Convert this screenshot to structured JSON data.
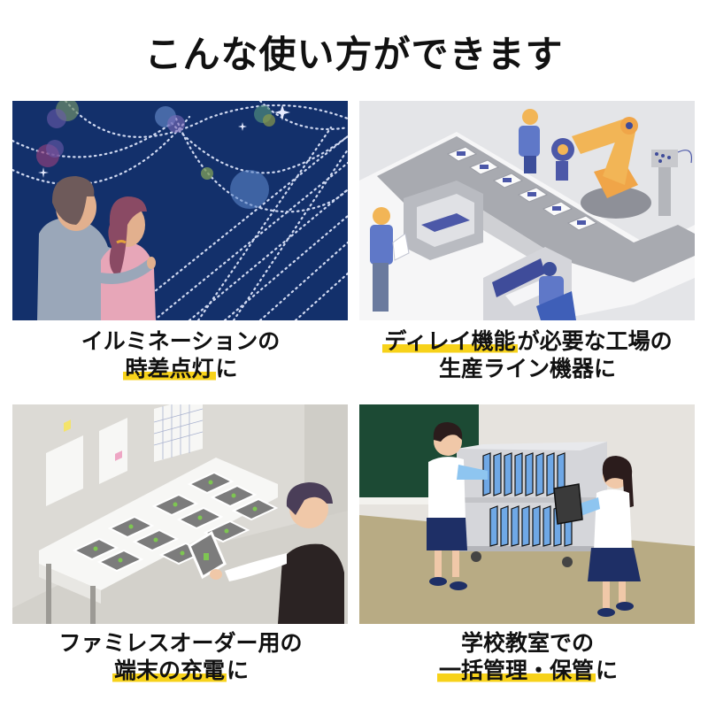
{
  "header": {
    "title": "こんな使い方ができます"
  },
  "theme": {
    "highlight_color": "#f7d21a",
    "text_color": "#111111"
  },
  "cards": [
    {
      "scene": "illumination-night-couple",
      "caption_line1": {
        "pre": "イルミネーションの",
        "hl": "",
        "post": ""
      },
      "caption_line2": {
        "pre": "",
        "hl": "時差点灯",
        "post": "に"
      }
    },
    {
      "scene": "factory-production-line-robot-arm",
      "caption_line1": {
        "pre": "",
        "hl": "ディレイ機能",
        "post": "が必要な工場の"
      },
      "caption_line2": {
        "pre": "生産ライン機器に",
        "hl": "",
        "post": ""
      }
    },
    {
      "scene": "family-restaurant-tablet-charging",
      "caption_line1": {
        "pre": "ファミレスオーダー用の",
        "hl": "",
        "post": ""
      },
      "caption_line2": {
        "pre": "",
        "hl": "端末の充電",
        "post": "に"
      }
    },
    {
      "scene": "school-classroom-tablet-cart",
      "caption_line1": {
        "pre": "学校教室での",
        "hl": "",
        "post": ""
      },
      "caption_line2": {
        "pre": "",
        "hl": "一括管理・保管",
        "post": "に"
      }
    }
  ]
}
